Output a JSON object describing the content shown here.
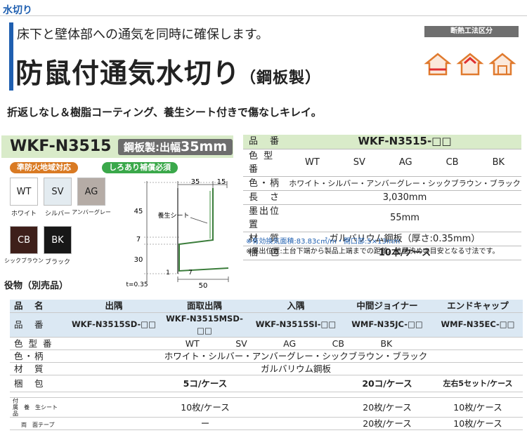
{
  "category": "水切り",
  "header": {
    "subtitle": "床下と壁体部への通気を同時に確保します。",
    "title": "防鼠付通気水切り",
    "title_suffix": "（鋼板製）",
    "insulation_label": "断熱工法区分"
  },
  "tagline": "折返しなし＆樹脂コーティング、養生シート付きで傷なしキレイ。",
  "model": {
    "name": "WKF-N3515",
    "spec_prefix": "鋼板製:出幅",
    "spec_value": "35mm",
    "badges": [
      "準防火地域対応",
      "しろあり補償必須"
    ]
  },
  "colors": [
    {
      "code": "WT",
      "name": "ホワイト",
      "hex": "#ffffff"
    },
    {
      "code": "SV",
      "name": "シルバー",
      "hex": "#e3ebf0"
    },
    {
      "code": "AG",
      "name": "アンバーグレー",
      "hex": "#b5aca6"
    },
    {
      "code": "CB",
      "name": "シックブラウン",
      "hex": "#3e1f1a"
    },
    {
      "code": "BK",
      "name": "ブラック",
      "hex": "#171717"
    }
  ],
  "diagram": {
    "dim_35": "35",
    "dim_15": "15",
    "dim_45": "45",
    "dim_7a": "7",
    "dim_30": "30",
    "dim_1": "1",
    "dim_7b": "7",
    "dim_t": "t=0.35",
    "dim_50": "50",
    "sheet_label": "養生シート"
  },
  "spec": {
    "rows": [
      {
        "label": "品　番",
        "value": "WKF-N3515-□□"
      },
      {
        "label": "色 型 番",
        "codes": [
          "WT",
          "SV",
          "AG",
          "CB",
          "BK"
        ]
      },
      {
        "label": "色・柄",
        "value": "ホワイト・シルバー・アンバーグレー・シックブラウン・ブラック"
      },
      {
        "label": "長　さ",
        "value": "3,030mm"
      },
      {
        "label": "墨出位置",
        "value": "55mm"
      },
      {
        "label": "材　質",
        "value": "ガルバリウム鋼板（厚さ:0.35mm）"
      },
      {
        "label": "梱　包",
        "value": "10本/ケース"
      }
    ],
    "note1": "※有効換気面積:83.83c㎡/m・開口部:5×13mm",
    "note2": "※墨出位置:土台下端から製品上端までの距離。位置決めの目安となる寸法です。"
  },
  "accessories": {
    "heading": "役物（別売品）",
    "head_label": "品　名",
    "columns": [
      "出隅",
      "面取出隅",
      "入隅",
      "中間ジョイナー",
      "エンドキャップ"
    ],
    "part_label": "品　番",
    "part_numbers": [
      "WKF-N3515SD-□□",
      "WKF-N3515MSD-□□",
      "WKF-N3515SI-□□",
      "WMF-N35JC-□□",
      "WMF-N35EC-□□"
    ],
    "color_code_label": "色 型 番",
    "color_codes": [
      "WT",
      "SV",
      "AG",
      "CB",
      "BK"
    ],
    "color_label": "色・柄",
    "color_value": "ホワイト・シルバー・アンバーグレー・シックブラウン・ブラック",
    "material_label": "材　質",
    "material_value": "ガルバリウム鋼板",
    "pack_label": "梱　包",
    "pack_values": [
      "5コ/ケース",
      "20コ/ケース",
      "左右5セット/ケース"
    ],
    "attach_label": "付属品",
    "attach_rows": [
      {
        "label": "養　生シート",
        "values": [
          "10枚/ケース",
          "20枚/ケース",
          "10枚/ケース"
        ]
      },
      {
        "label": "両　面テープ",
        "values": [
          "ー",
          "20枚/ケース",
          "10枚/ケース"
        ]
      }
    ]
  }
}
